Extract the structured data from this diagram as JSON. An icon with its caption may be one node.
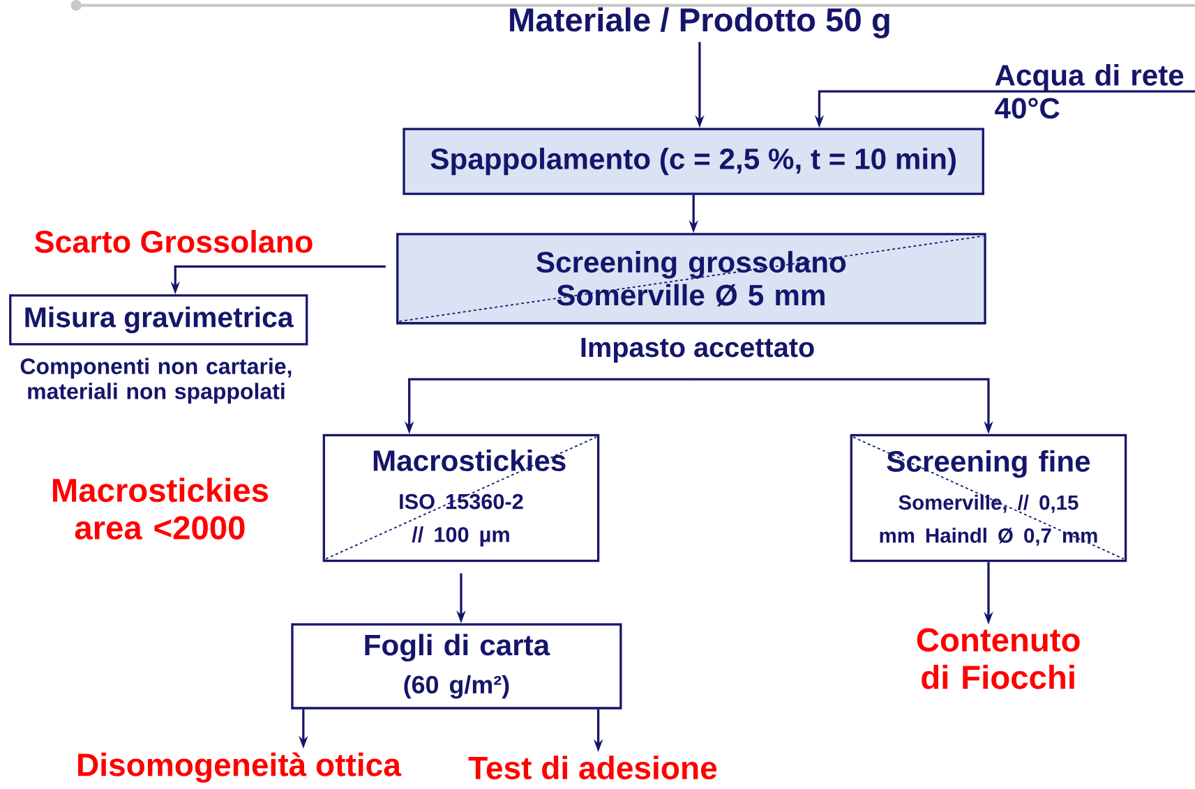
{
  "diagram": {
    "nodes": [
      {
        "text": [
          "Materiale / Prodotto 50 g"
        ]
      },
      {
        "text": [
          "Acqua di rete 40°C"
        ]
      },
      {
        "text": [
          "Spappolamento (c = 2,5 %, t = 10 min)"
        ]
      },
      {
        "text": [
          "Screening grossolano Somerville Ø 5 mm"
        ]
      },
      {
        "text": [
          "Misura gravimetrica"
        ],
        "beside": [
          "Componenti non cartarie, materiali non spappolati"
        ]
      },
      {
        "text": [
          "Macrostickies",
          "ISO 15360-2 // 100 µm"
        ]
      },
      {
        "text": [
          "Screening fine",
          "Somerville, // 0,15 mm Haindl Ø 0,7 mm"
        ]
      },
      {
        "text": [
          "Fogli di carta",
          "(60 g/m²)"
        ]
      },
      {
        "text": [
          "Contenuto di Fiocchi"
        ]
      },
      {
        "text": [
          "Disomogeneità ottica"
        ]
      },
      {
        "text": [
          "Test di adesione"
        ]
      }
    ],
    "edges": [
      {
        "from": 0,
        "to": 2,
        "arrow": "to"
      },
      {
        "from": 1,
        "to": 2,
        "arrow": "to"
      },
      {
        "from": 2,
        "to": 3,
        "arrow": "to"
      },
      {
        "from": 3,
        "to": 4,
        "arrow": "to",
        "label": "Scarto Grossolano"
      },
      {
        "from": 3,
        "to": 5,
        "arrow": "to"
      },
      {
        "from": 3,
        "to": 6,
        "arrow": "to"
      },
      {
        "from": 5,
        "to": 7,
        "arrow": "to"
      },
      {
        "from": 6,
        "to": 8,
        "arrow": "to"
      },
      {
        "from": 7,
        "to": 9,
        "arrow": "to"
      },
      {
        "from": 7,
        "to": 10,
        "arrow": "to"
      }
    ],
    "labels": [
      "Impasto accettato",
      "Macrostickies area <2000"
    ]
  }
}
